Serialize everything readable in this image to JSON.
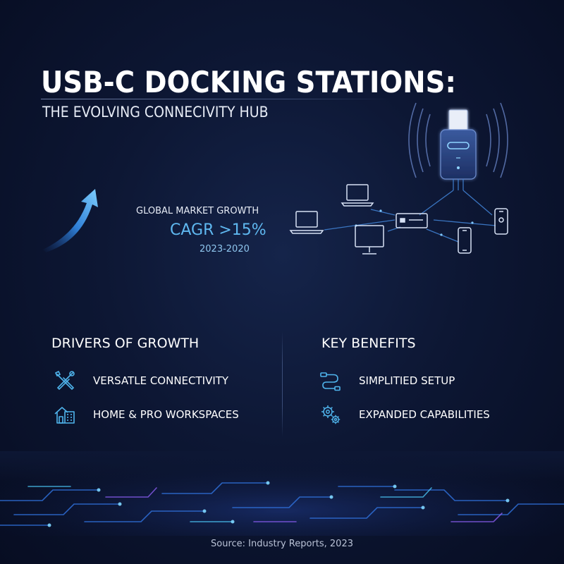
{
  "title": "USB-C DOCKING STATIONS:",
  "subtitle": "THE EVOLVING CONNECIVITY HUB",
  "market": {
    "label": "GLOBAL MARKET GROWTH",
    "value": "CAGR >15%",
    "period": "2023-2020"
  },
  "drivers": {
    "title": "DRIVERS OF GROWTH",
    "items": [
      {
        "label": "VERSATLE CONNECTIVITY",
        "icon": "tools-icon"
      },
      {
        "label": "HOME & PRO WORKSPACES",
        "icon": "house-building-icon"
      }
    ]
  },
  "benefits": {
    "title": "KEY BENEFITS",
    "items": [
      {
        "label": "SIMPLITIED SETUP",
        "icon": "cable-icon"
      },
      {
        "label": "EXPANDED CAPABILITIES",
        "icon": "gears-icon"
      }
    ]
  },
  "source": "Source: Industry Reports, 2023",
  "colors": {
    "background": "#0d1734",
    "accent": "#5fb8f0",
    "text": "#ffffff"
  }
}
